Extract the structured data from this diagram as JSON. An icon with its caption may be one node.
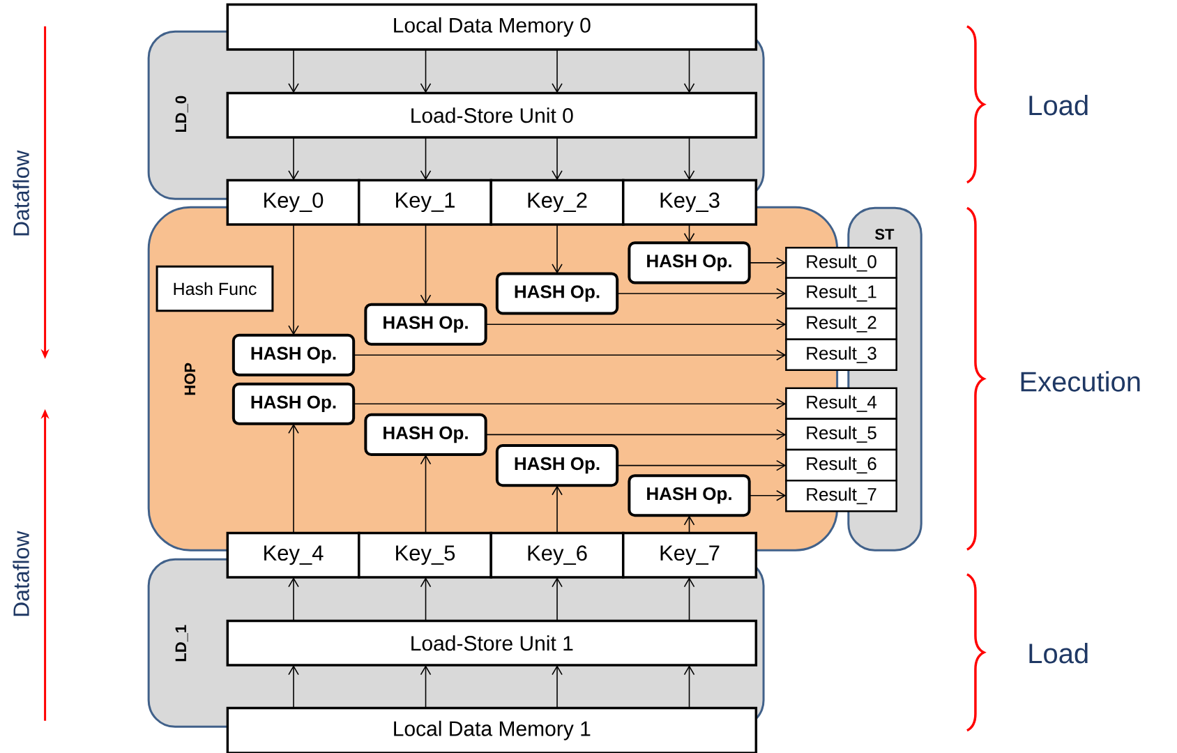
{
  "diagram": {
    "nodes": [
      {
        "text": [
          "LD_0"
        ]
      },
      {
        "text": [
          "Local Data Memory 0"
        ]
      },
      {
        "text": [
          "Load-Store Unit 0"
        ],
        "in": 0
      },
      {
        "text": [
          "Key_0"
        ]
      },
      {
        "text": [
          "Key_1"
        ]
      },
      {
        "text": [
          "Key_2"
        ]
      },
      {
        "text": [
          "Key_3"
        ]
      },
      {
        "text": [
          "HOP"
        ]
      },
      {
        "text": [
          "Hash Func"
        ],
        "in": 7
      },
      {
        "text": [
          "HASH Op."
        ],
        "in": 7
      },
      {
        "text": [
          "HASH Op."
        ],
        "in": 7
      },
      {
        "text": [
          "HASH Op."
        ],
        "in": 7
      },
      {
        "text": [
          "HASH Op."
        ],
        "in": 7
      },
      {
        "text": [
          "HASH Op."
        ],
        "in": 7
      },
      {
        "text": [
          "HASH Op."
        ],
        "in": 7
      },
      {
        "text": [
          "HASH Op."
        ],
        "in": 7
      },
      {
        "text": [
          "HASH Op."
        ],
        "in": 7
      },
      {
        "text": [
          "ST"
        ]
      },
      {
        "text": [
          "Result_0"
        ]
      },
      {
        "text": [
          "Result_1"
        ]
      },
      {
        "text": [
          "Result_2"
        ]
      },
      {
        "text": [
          "Result_3"
        ]
      },
      {
        "text": [
          "Result_4"
        ]
      },
      {
        "text": [
          "Result_5"
        ]
      },
      {
        "text": [
          "Result_6"
        ]
      },
      {
        "text": [
          "Result_7"
        ]
      },
      {
        "text": [
          "Key_4"
        ]
      },
      {
        "text": [
          "Key_5"
        ]
      },
      {
        "text": [
          "Key_6"
        ]
      },
      {
        "text": [
          "Key_7"
        ]
      },
      {
        "text": [
          "LD_1"
        ]
      },
      {
        "text": [
          "Load-Store Unit 1"
        ],
        "in": 30
      },
      {
        "text": [
          "Local Data Memory 1"
        ]
      }
    ],
    "edges": [
      {
        "from": 1,
        "to": 2,
        "arrow": "to"
      },
      {
        "from": 1,
        "to": 2,
        "arrow": "to"
      },
      {
        "from": 1,
        "to": 2,
        "arrow": "to"
      },
      {
        "from": 1,
        "to": 2,
        "arrow": "to"
      },
      {
        "from": 2,
        "to": 3,
        "arrow": "to"
      },
      {
        "from": 2,
        "to": 4,
        "arrow": "to"
      },
      {
        "from": 2,
        "to": 5,
        "arrow": "to"
      },
      {
        "from": 2,
        "to": 6,
        "arrow": "to"
      },
      {
        "from": 3,
        "to": 12,
        "arrow": "to"
      },
      {
        "from": 4,
        "to": 11,
        "arrow": "to"
      },
      {
        "from": 5,
        "to": 10,
        "arrow": "to"
      },
      {
        "from": 6,
        "to": 9,
        "arrow": "to"
      },
      {
        "from": 9,
        "to": 18,
        "arrow": "to"
      },
      {
        "from": 10,
        "to": 19,
        "arrow": "to"
      },
      {
        "from": 11,
        "to": 20,
        "arrow": "to"
      },
      {
        "from": 12,
        "to": 21,
        "arrow": "to"
      },
      {
        "from": 13,
        "to": 22,
        "arrow": "to"
      },
      {
        "from": 14,
        "to": 23,
        "arrow": "to"
      },
      {
        "from": 15,
        "to": 24,
        "arrow": "to"
      },
      {
        "from": 16,
        "to": 25,
        "arrow": "to"
      },
      {
        "from": 26,
        "to": 13,
        "arrow": "to"
      },
      {
        "from": 27,
        "to": 14,
        "arrow": "to"
      },
      {
        "from": 28,
        "to": 15,
        "arrow": "to"
      },
      {
        "from": 29,
        "to": 16,
        "arrow": "to"
      },
      {
        "from": 31,
        "to": 26,
        "arrow": "to"
      },
      {
        "from": 31,
        "to": 27,
        "arrow": "to"
      },
      {
        "from": 31,
        "to": 28,
        "arrow": "to"
      },
      {
        "from": 31,
        "to": 29,
        "arrow": "to"
      },
      {
        "from": 32,
        "to": 31,
        "arrow": "to"
      },
      {
        "from": 32,
        "to": 31,
        "arrow": "to"
      },
      {
        "from": 32,
        "to": 31,
        "arrow": "to"
      },
      {
        "from": 32,
        "to": 31,
        "arrow": "to"
      }
    ],
    "labels": [
      "Dataflow",
      "Load",
      "Execution",
      "Dataflow",
      "Load"
    ]
  }
}
